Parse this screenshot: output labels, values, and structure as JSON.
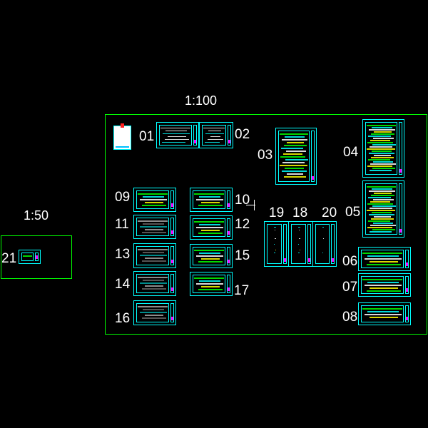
{
  "scales": {
    "main": "1:100",
    "small": "1:50"
  },
  "sheet_numbers": {
    "s01": "01",
    "s02": "02",
    "s03": "03",
    "s04": "04",
    "s05": "05",
    "s06": "06",
    "s07": "07",
    "s08": "08",
    "s09": "09",
    "s10": "10",
    "s11": "11",
    "s12": "12",
    "s13": "13",
    "s14": "14",
    "s15": "15",
    "s16": "16",
    "s17": "17",
    "s18": "18",
    "s19": "19",
    "s20": "20",
    "s21": "21"
  },
  "colors": {
    "background": "#000000",
    "frame": "#00ff00",
    "sheet_border": "#00ffff",
    "drawing_green": "#00ff00",
    "drawing_cyan": "#00ffff",
    "drawing_white": "#ffffff",
    "drawing_yellow": "#ffff00",
    "accent_magenta": "#ff00ff",
    "accent_red": "#ff2020"
  }
}
